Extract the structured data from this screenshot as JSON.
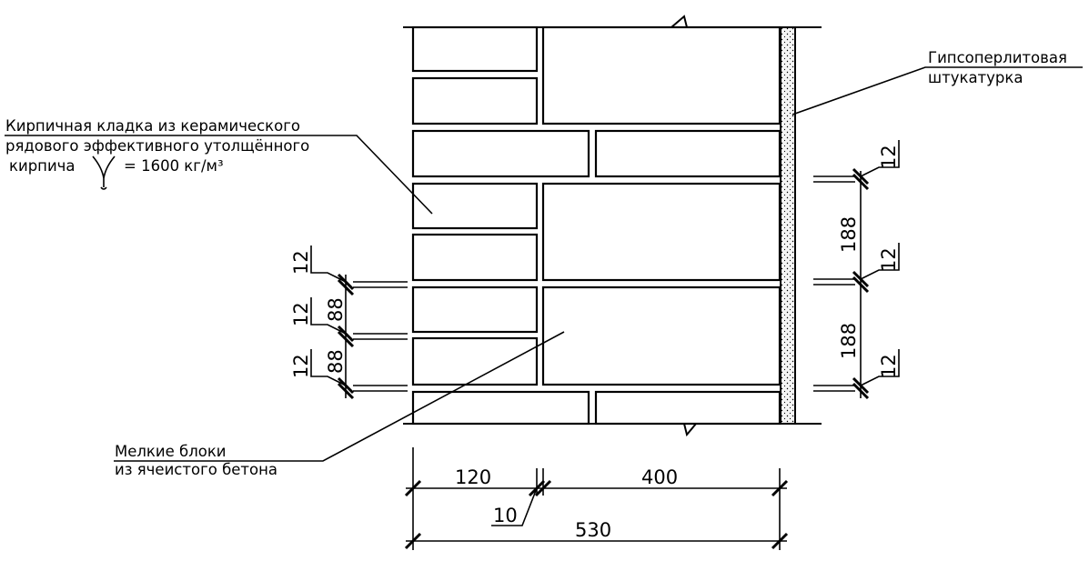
{
  "labels": {
    "plaster_line1": "Гипсоперлитовая",
    "plaster_line2": "штукатурка",
    "brick_line1": "Кирпичная кладка из керамического",
    "brick_line2": "рядового эффективного утолщённого",
    "brick_line3": "кирпича",
    "brick_density": "= 1600 кг/м³",
    "block_line1": "Мелкие блоки",
    "block_line2": "из ячеистого бетона"
  },
  "dimensions": {
    "left_joint_1": "12",
    "left_brick_1": "88",
    "left_joint_2": "12",
    "left_brick_2": "88",
    "left_joint_3": "12",
    "right_joint_1": "12",
    "right_block_1": "188",
    "right_joint_2": "12",
    "right_block_2": "188",
    "right_joint_3": "12",
    "bottom_brick": "120",
    "bottom_block": "400",
    "bottom_gap": "10",
    "bottom_total": "530"
  }
}
